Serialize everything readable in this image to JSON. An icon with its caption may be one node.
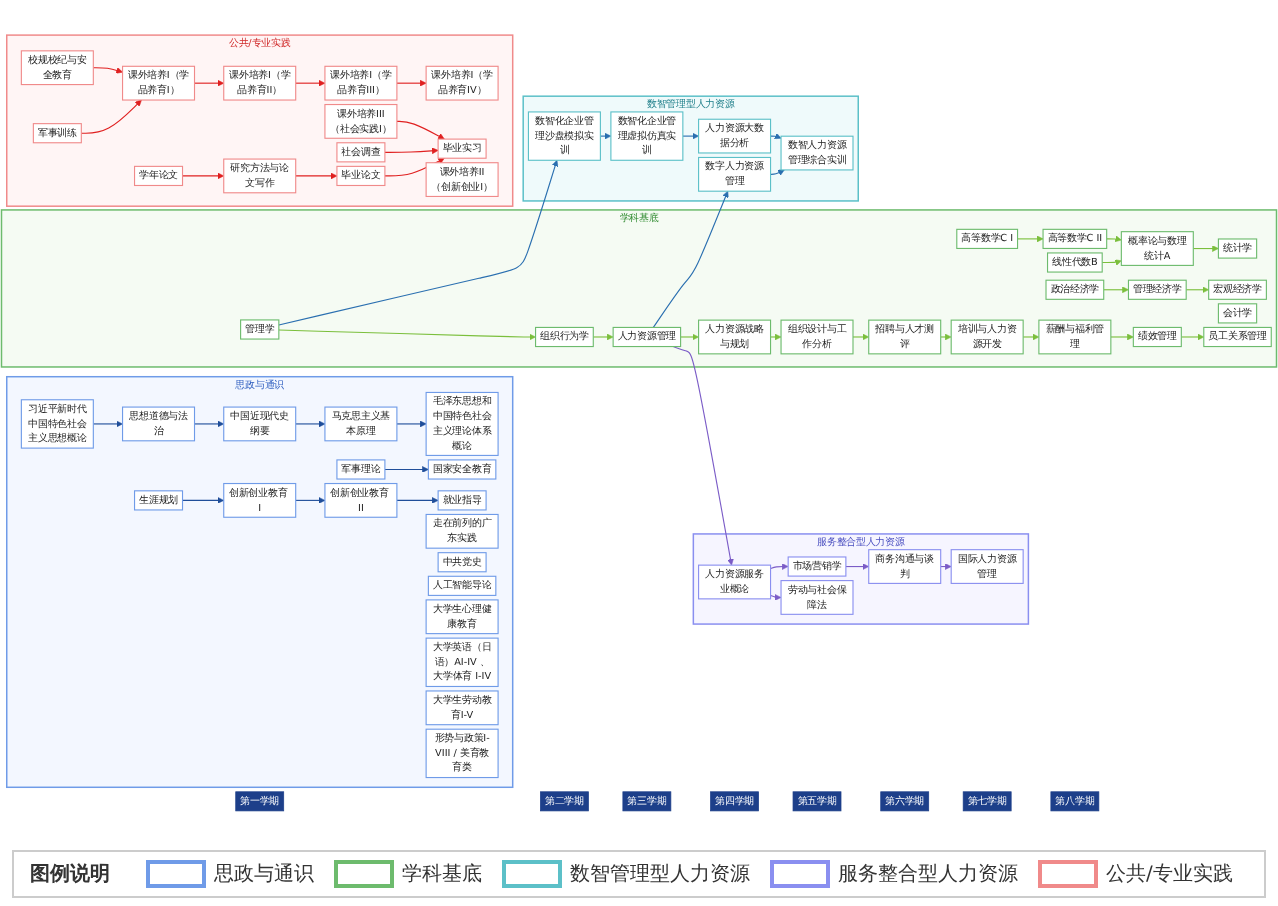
{
  "diagram": {
    "nodes": [
      {
        "text": [
          "第一学期"
        ]
      },
      {
        "text": [
          "第二学期"
        ]
      },
      {
        "text": [
          "第三学期"
        ]
      },
      {
        "text": [
          "第四学期"
        ]
      },
      {
        "text": [
          "第五学期"
        ]
      },
      {
        "text": [
          "第六学期"
        ]
      },
      {
        "text": [
          "第七学期"
        ]
      },
      {
        "text": [
          "第八学期"
        ]
      },
      {
        "text": [
          "思政与通识"
        ]
      },
      {
        "text": [
          "习近平新时代中国特色社会主义思想概论"
        ],
        "in": 8
      },
      {
        "text": [
          "思想道德与法治"
        ],
        "in": 8
      },
      {
        "text": [
          "中国近现代史纲要"
        ],
        "in": 8
      },
      {
        "text": [
          "马克思主义基本原理"
        ],
        "in": 8
      },
      {
        "text": [
          "毛泽东思想和中国特色社会主义理论体系概论"
        ],
        "in": 8
      },
      {
        "text": [
          "军事理论"
        ],
        "in": 8
      },
      {
        "text": [
          "走在前列的广东实践"
        ],
        "in": 8
      },
      {
        "text": [
          "国家安全教育"
        ],
        "in": 8
      },
      {
        "text": [
          "中共党史"
        ],
        "in": 8
      },
      {
        "text": [
          "生涯规划"
        ],
        "in": 8
      },
      {
        "text": [
          "创新创业教育 I"
        ],
        "in": 8
      },
      {
        "text": [
          "创新创业教育 II"
        ],
        "in": 8
      },
      {
        "text": [
          "就业指导"
        ],
        "in": 8
      },
      {
        "text": [
          "人工智能导论"
        ],
        "in": 8
      },
      {
        "text": [
          "大学生心理健康教育"
        ],
        "in": 8
      },
      {
        "text": [
          "大学英语（日语）AI-IV 、大学体育 I-IV"
        ],
        "in": 8
      },
      {
        "text": [
          "大学生劳动教育I-V"
        ],
        "in": 8
      },
      {
        "text": [
          "形势与政策I-VIII / 美育教育类"
        ],
        "in": 8
      },
      {
        "text": [
          "学科基底"
        ]
      },
      {
        "text": [
          "高等数学C I"
        ],
        "in": 27
      },
      {
        "text": [
          "高等数学C II"
        ],
        "in": 27
      },
      {
        "text": [
          "概率论与数理统计A"
        ],
        "in": 27
      },
      {
        "text": [
          "线性代数B"
        ],
        "in": 27
      },
      {
        "text": [
          "统计学"
        ],
        "in": 27
      },
      {
        "text": [
          "政治经济学"
        ],
        "in": 27
      },
      {
        "text": [
          "管理经济学"
        ],
        "in": 27
      },
      {
        "text": [
          "宏观经济学"
        ],
        "in": 27
      },
      {
        "text": [
          "会计学"
        ],
        "in": 27
      },
      {
        "text": [
          "组织设计与工作分析"
        ],
        "in": 27
      },
      {
        "text": [
          "管理学"
        ],
        "in": 27
      },
      {
        "text": [
          "组织行为学"
        ],
        "in": 27
      },
      {
        "text": [
          "人力资源管理"
        ],
        "in": 27
      },
      {
        "text": [
          "人力资源战略与规划"
        ],
        "in": 27
      },
      {
        "text": [
          "招聘与人才测评"
        ],
        "in": 27
      },
      {
        "text": [
          "培训与人力资源开发"
        ],
        "in": 27
      },
      {
        "text": [
          "员工关系管理"
        ],
        "in": 27
      },
      {
        "text": [
          "绩效管理"
        ],
        "in": 27
      },
      {
        "text": [
          "薪酬与福利管理"
        ],
        "in": 27
      },
      {
        "text": [
          "数智管理型人力资源"
        ]
      },
      {
        "text": [
          "数智化企业管理沙盘模拟实训"
        ],
        "in": 47
      },
      {
        "text": [
          "数智化企业管理虚拟仿真实训"
        ],
        "in": 47
      },
      {
        "text": [
          "人力资源大数据分析"
        ],
        "in": 47
      },
      {
        "text": [
          "数智人力资源管理综合实训"
        ],
        "in": 47
      },
      {
        "text": [
          "数字人力资源管理"
        ],
        "in": 47
      },
      {
        "text": [
          "服务整合型人力资源"
        ]
      },
      {
        "text": [
          "人力资源服务业概论"
        ],
        "in": 53
      },
      {
        "text": [
          "市场营销学"
        ],
        "in": 53
      },
      {
        "text": [
          "商务沟通与谈判"
        ],
        "in": 53
      },
      {
        "text": [
          "国际人力资源管理"
        ],
        "in": 53
      },
      {
        "text": [
          "劳动与社会保障法"
        ],
        "in": 53
      },
      {
        "text": [
          "公共/专业实践"
        ]
      },
      {
        "text": [
          "校规校纪与安全教育"
        ],
        "in": 59
      },
      {
        "text": [
          "军事训练"
        ],
        "in": 59
      },
      {
        "text": [
          "课外培养I（学品养育I）"
        ],
        "in": 59
      },
      {
        "text": [
          "课外培养I（学品养育II）"
        ],
        "in": 59
      },
      {
        "text": [
          "课外培养I（学品养育III）"
        ],
        "in": 59
      },
      {
        "text": [
          "课外培养I（学品养育IV）"
        ],
        "in": 59
      },
      {
        "text": [
          "课外培养II（创新创业I）"
        ],
        "in": 59
      },
      {
        "text": [
          "课外培养III（社会实践I）"
        ],
        "in": 59
      },
      {
        "text": [
          "社会调查"
        ],
        "in": 59
      },
      {
        "text": [
          "学年论文"
        ],
        "in": 59
      },
      {
        "text": [
          "研究方法与论文写作"
        ],
        "in": 59
      },
      {
        "text": [
          "毕业实习"
        ],
        "in": 59
      },
      {
        "text": [
          "毕业论文"
        ],
        "in": 59
      }
    ],
    "edges": [
      {
        "from": 9,
        "to": 10,
        "arrow": "to",
        "color": "#1f4e9a"
      },
      {
        "from": 10,
        "to": 11,
        "arrow": "to",
        "color": "#1f4e9a"
      },
      {
        "from": 11,
        "to": 12,
        "arrow": "to",
        "color": "#1f4e9a"
      },
      {
        "from": 12,
        "to": 13,
        "arrow": "to",
        "color": "#1f4e9a"
      },
      {
        "from": 14,
        "to": 16,
        "arrow": "to",
        "color": "#1f4e9a"
      },
      {
        "from": 18,
        "to": 19,
        "arrow": "to",
        "color": "#1f4e9a"
      },
      {
        "from": 19,
        "to": 20,
        "arrow": "to",
        "color": "#1f4e9a"
      },
      {
        "from": 20,
        "to": 21,
        "arrow": "to",
        "color": "#1f4e9a"
      },
      {
        "from": 28,
        "to": 29,
        "arrow": "to"
      },
      {
        "from": 29,
        "to": 30,
        "arrow": "to"
      },
      {
        "from": 31,
        "to": 30,
        "arrow": "to"
      },
      {
        "from": 30,
        "to": 32,
        "arrow": "to"
      },
      {
        "from": 33,
        "to": 34,
        "arrow": "to"
      },
      {
        "from": 34,
        "to": 35,
        "arrow": "to"
      },
      {
        "from": 38,
        "to": 39,
        "arrow": "to"
      },
      {
        "from": 39,
        "to": 40,
        "arrow": "to"
      },
      {
        "from": 40,
        "to": 41,
        "arrow": "to"
      },
      {
        "from": 41,
        "to": 37,
        "arrow": "to"
      },
      {
        "from": 37,
        "to": 42,
        "arrow": "to"
      },
      {
        "from": 42,
        "to": 43,
        "arrow": "to"
      },
      {
        "from": 43,
        "to": 46,
        "arrow": "to"
      },
      {
        "from": 46,
        "to": 45,
        "arrow": "to"
      },
      {
        "from": 45,
        "to": 44,
        "arrow": "to"
      },
      {
        "from": 38,
        "to": 48,
        "arrow": "to",
        "color": "#2a6fb0"
      },
      {
        "from": 48,
        "to": 49,
        "arrow": "to",
        "color": "#2a6fb0"
      },
      {
        "from": 49,
        "to": 50,
        "arrow": "to",
        "color": "#2a6fb0"
      },
      {
        "from": 50,
        "to": 51,
        "arrow": "to",
        "color": "#2a6fb0"
      },
      {
        "from": 40,
        "to": 52,
        "arrow": "to",
        "color": "#2a6fb0"
      },
      {
        "from": 52,
        "to": 51,
        "arrow": "to",
        "color": "#2a6fb0"
      },
      {
        "from": 40,
        "to": 54,
        "arrow": "to",
        "color": "#7b5cc7"
      },
      {
        "from": 54,
        "to": 55,
        "arrow": "to",
        "color": "#7b5cc7"
      },
      {
        "from": 55,
        "to": 56,
        "arrow": "to",
        "color": "#7b5cc7"
      },
      {
        "from": 56,
        "to": 57,
        "arrow": "to",
        "color": "#7b5cc7"
      },
      {
        "from": 54,
        "to": 58,
        "arrow": "to",
        "color": "#7b5cc7"
      },
      {
        "from": 60,
        "to": 62,
        "arrow": "to",
        "color": "#e02020"
      },
      {
        "from": 61,
        "to": 62,
        "arrow": "to",
        "color": "#e02020"
      },
      {
        "from": 62,
        "to": 63,
        "arrow": "to",
        "color": "#e02020"
      },
      {
        "from": 63,
        "to": 64,
        "arrow": "to",
        "color": "#e02020"
      },
      {
        "from": 64,
        "to": 65,
        "arrow": "to",
        "color": "#e02020"
      },
      {
        "from": 67,
        "to": 71,
        "arrow": "to",
        "color": "#e02020"
      },
      {
        "from": 68,
        "to": 71,
        "arrow": "to",
        "color": "#e02020"
      },
      {
        "from": 69,
        "to": 70,
        "arrow": "to",
        "color": "#e02020"
      },
      {
        "from": 70,
        "to": 72,
        "arrow": "to",
        "color": "#e02020"
      },
      {
        "from": 72,
        "to": 71,
        "arrow": "to",
        "color": "#e02020"
      }
    ],
    "labels": [
      "图例说明"
    ],
    "legend": [
      {
        "text": "思政与通识",
        "color": "#6f9be8"
      },
      {
        "text": "学科基底",
        "color": "#6dbb6d"
      },
      {
        "text": "数智管理型人力资源",
        "color": "#5cc0c8"
      },
      {
        "text": "服务整合型人力资源",
        "color": "#8a8ff0"
      },
      {
        "text": "公共/专业实践",
        "color": "#f08a8a"
      }
    ]
  }
}
